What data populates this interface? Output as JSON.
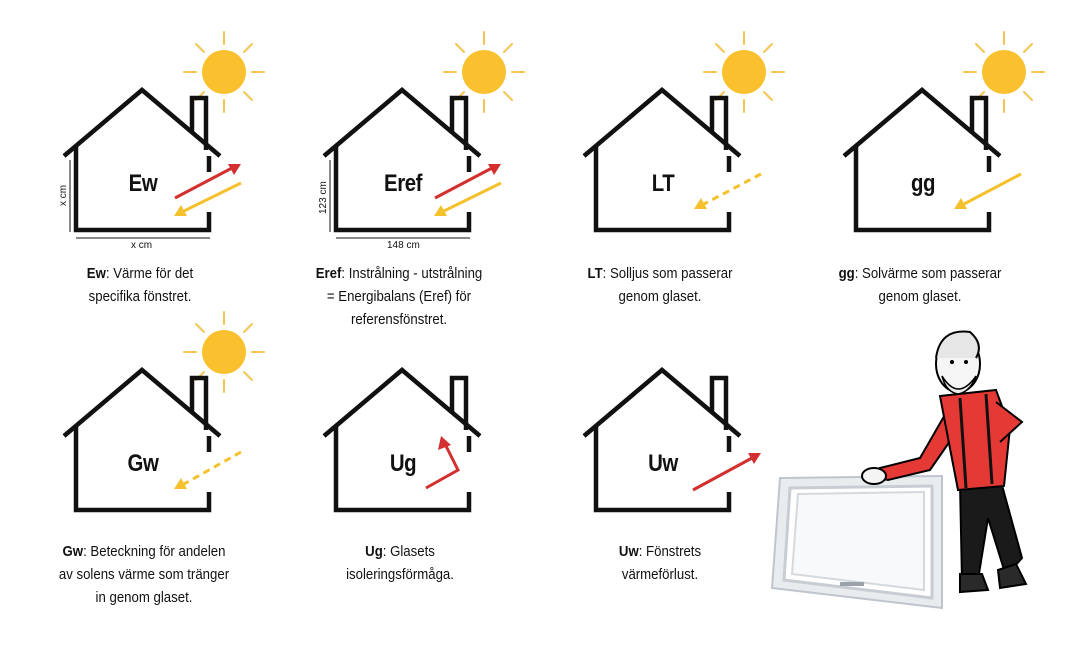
{
  "colors": {
    "sun": "#FBC02D",
    "sun_rays": "#F6C451",
    "red_arrow": "#D32F2F",
    "yellow_arrow": "#F4C02C",
    "house": "#111111",
    "shirt": "#E53935"
  },
  "panels": [
    {
      "id": "ew",
      "code": "Ew",
      "sun": true,
      "arrows": [
        "red-out",
        "yellow-in"
      ],
      "dims": {
        "vertical": "x cm",
        "horizontal": "x cm"
      },
      "caption_bold": "Ew",
      "caption_lines": [
        ": Värme för det",
        "specifika fönstret."
      ]
    },
    {
      "id": "eref",
      "code": "Eref",
      "sun": true,
      "arrows": [
        "red-out",
        "yellow-in"
      ],
      "dims": {
        "vertical": "123 cm",
        "horizontal": "148 cm"
      },
      "caption_bold": "Eref",
      "caption_lines": [
        ": Instrålning - utstrålning",
        "= Energibalans (Eref) för",
        "referensfönstret."
      ]
    },
    {
      "id": "lt",
      "code": "LT",
      "sun": true,
      "arrows": [
        "yellow-dashed-in"
      ],
      "caption_bold": "LT",
      "caption_lines": [
        ": Solljus som passerar",
        "genom glaset."
      ]
    },
    {
      "id": "gg",
      "code": "gg",
      "sun": true,
      "arrows": [
        "yellow-in"
      ],
      "caption_bold": "gg",
      "caption_lines": [
        ": Solvärme som passerar",
        "genom glaset."
      ]
    },
    {
      "id": "gw",
      "code": "Gw",
      "sun": true,
      "arrows": [
        "yellow-dashed-in"
      ],
      "caption_bold": "Gw",
      "caption_lines": [
        ": Beteckning för andelen",
        "av solens värme som tränger",
        "in genom glaset."
      ]
    },
    {
      "id": "ug",
      "code": "Ug",
      "sun": false,
      "arrows": [
        "red-bent"
      ],
      "caption_bold": "Ug",
      "caption_lines": [
        ": Glasets",
        "isoleringsförmåga."
      ]
    },
    {
      "id": "uw",
      "code": "Uw",
      "sun": false,
      "arrows": [
        "red-out"
      ],
      "caption_bold": "Uw",
      "caption_lines": [
        ": Fönstrets",
        "värmeförlust."
      ]
    }
  ]
}
